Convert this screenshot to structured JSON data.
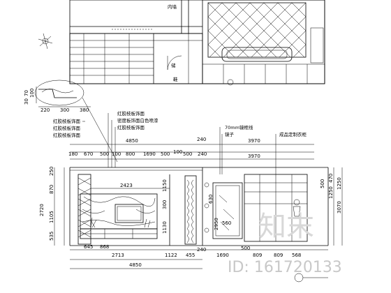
{
  "plan": {
    "labels": [
      "内墙",
      "储",
      "鞋"
    ]
  },
  "side_detail": {
    "dims_v": [
      "30",
      "70",
      "100"
    ],
    "dims_h": [
      "220",
      "300",
      "380"
    ]
  },
  "notes": {
    "left": [
      "红胶枝板饰面",
      "红胶枝板饰面",
      "红胶枝板饰面"
    ],
    "middle": [
      "红胶枝板饰面",
      "密度板饰面白色喷漆",
      "红胶枝板饰面"
    ],
    "right": [
      "70mm镜框线",
      "镜子",
      "成品定制衣柜"
    ]
  },
  "elevation": {
    "total_top": "4850",
    "right_width": "3970",
    "right_width_2": "3970",
    "top_dims": [
      "180",
      "670",
      "500",
      "100",
      "800",
      "1690",
      "500",
      "100",
      "240"
    ],
    "top_dims_2": [
      "100",
      "500",
      "240"
    ],
    "right_top": [
      "240"
    ],
    "inner_width": "2423",
    "bottom_row1": [
      "645",
      "868",
      "2713",
      "1122",
      "455",
      "1690",
      "500",
      "809",
      "809",
      "568"
    ],
    "bottom_row2": [
      "2713",
      "1122",
      "455",
      "240",
      "809",
      "809"
    ],
    "bottom_total": "4850",
    "left_v": [
      "250",
      "870",
      "2720",
      "1105",
      "535"
    ],
    "right_v": [
      "470",
      "1250",
      "1250",
      "500",
      "3070"
    ],
    "mid_v": [
      "1150",
      "300",
      "1130"
    ],
    "center_v": [
      "630",
      "2950"
    ],
    "mirror_dim": "560"
  },
  "watermark": {
    "brand": "知末",
    "id": "ID: 161720133"
  }
}
